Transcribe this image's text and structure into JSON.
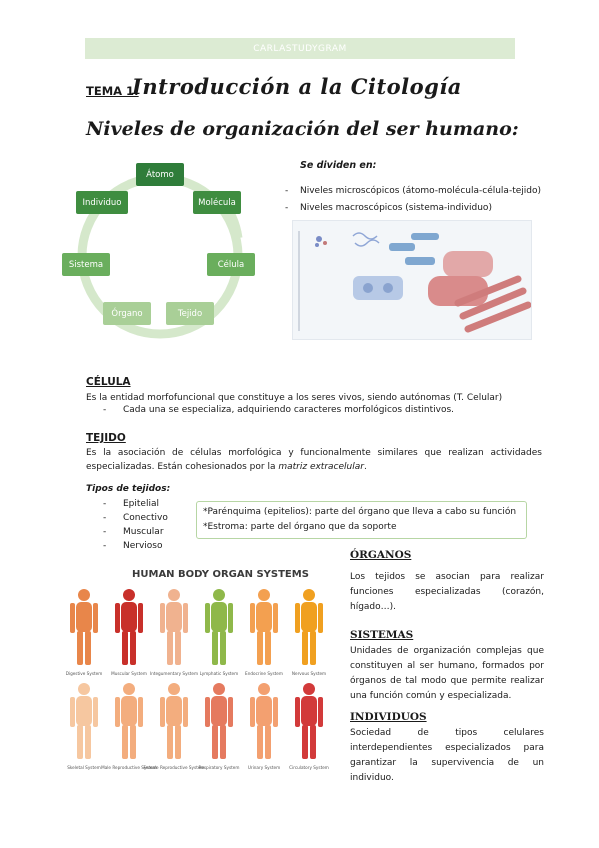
{
  "header": {
    "watermark": "CARLASTUDYGRAM"
  },
  "tema": {
    "label": "TEMA 1:",
    "title": "Introducción a la Citología"
  },
  "section": {
    "title": "Niveles de organización del ser humano:"
  },
  "cycle": {
    "nodes": [
      "Átomo",
      "Molécula",
      "Célula",
      "Tejido",
      "Órgano",
      "Sistema",
      "Individuo"
    ]
  },
  "divide": {
    "title": "Se dividen en:",
    "items": [
      "Niveles microscópicos (átomo-molécula-célula-tejido)",
      "Niveles macroscópicos (sistema-individuo)"
    ]
  },
  "celula": {
    "heading": "CÉLULA",
    "text": "Es la entidad morfofuncional que constituye a los seres vivos, siendo autónomas (T. Celular)",
    "sub": "Cada una se especializa, adquiriendo caracteres morfológicos distintivos."
  },
  "tejido": {
    "heading": "TEJIDO",
    "text_a": "Es la asociación de células morfológica y funcionalmente similares que realizan actividades especializadas. Están cohesionados por la ",
    "text_em": "matriz extracelular",
    "text_b": "."
  },
  "tipos": {
    "title": "Tipos de tejidos:",
    "items": [
      "Epitelial",
      "Conectivo",
      "Muscular",
      "Nervioso"
    ]
  },
  "note": {
    "line1": "*Parénquima (epitelios): parte del órgano que lleva a cabo su función",
    "line2": "*Estroma: parte del órgano que da soporte"
  },
  "organ_figure": {
    "heading": "HUMAN BODY ORGAN SYSTEMS",
    "row1": [
      "Digestive System",
      "Muscular System",
      "Integumentary System",
      "Lymphatic System",
      "Endocrine System",
      "Nervous System"
    ],
    "row2": [
      "Skeletal System",
      "Male Reproductive System",
      "Female Reproductive System",
      "Respiratory System",
      "Urinary System",
      "Circulatory System"
    ],
    "row1_colors": [
      "#e8864a",
      "#c8302a",
      "#f0b28f",
      "#8fb84a",
      "#f3a050",
      "#f0a020"
    ],
    "row2_colors": [
      "#f6c7a0",
      "#f3ad7e",
      "#f3ad7e",
      "#e57a5f",
      "#f3a070",
      "#d23a3a"
    ]
  },
  "organos": {
    "heading": "ÓRGANOS",
    "text": "Los tejidos se asocian para realizar funciones especializadas (corazón, hígado…)."
  },
  "sistemas": {
    "heading": "SISTEMAS",
    "text": "Unidades de organización complejas que constituyen al ser humano, formados por órganos de tal modo que permite realizar una función común y especializada."
  },
  "individuos": {
    "heading": "INDIVIDUOS",
    "text": "Sociedad de tipos celulares interdependientes especializados para garantizar la supervivencia de un individuo."
  },
  "colors": {
    "accent_dark": "#2f7d3a",
    "accent_mid": "#4f9a4c",
    "accent_light": "#a9cf97",
    "band": "#dcebd3"
  }
}
